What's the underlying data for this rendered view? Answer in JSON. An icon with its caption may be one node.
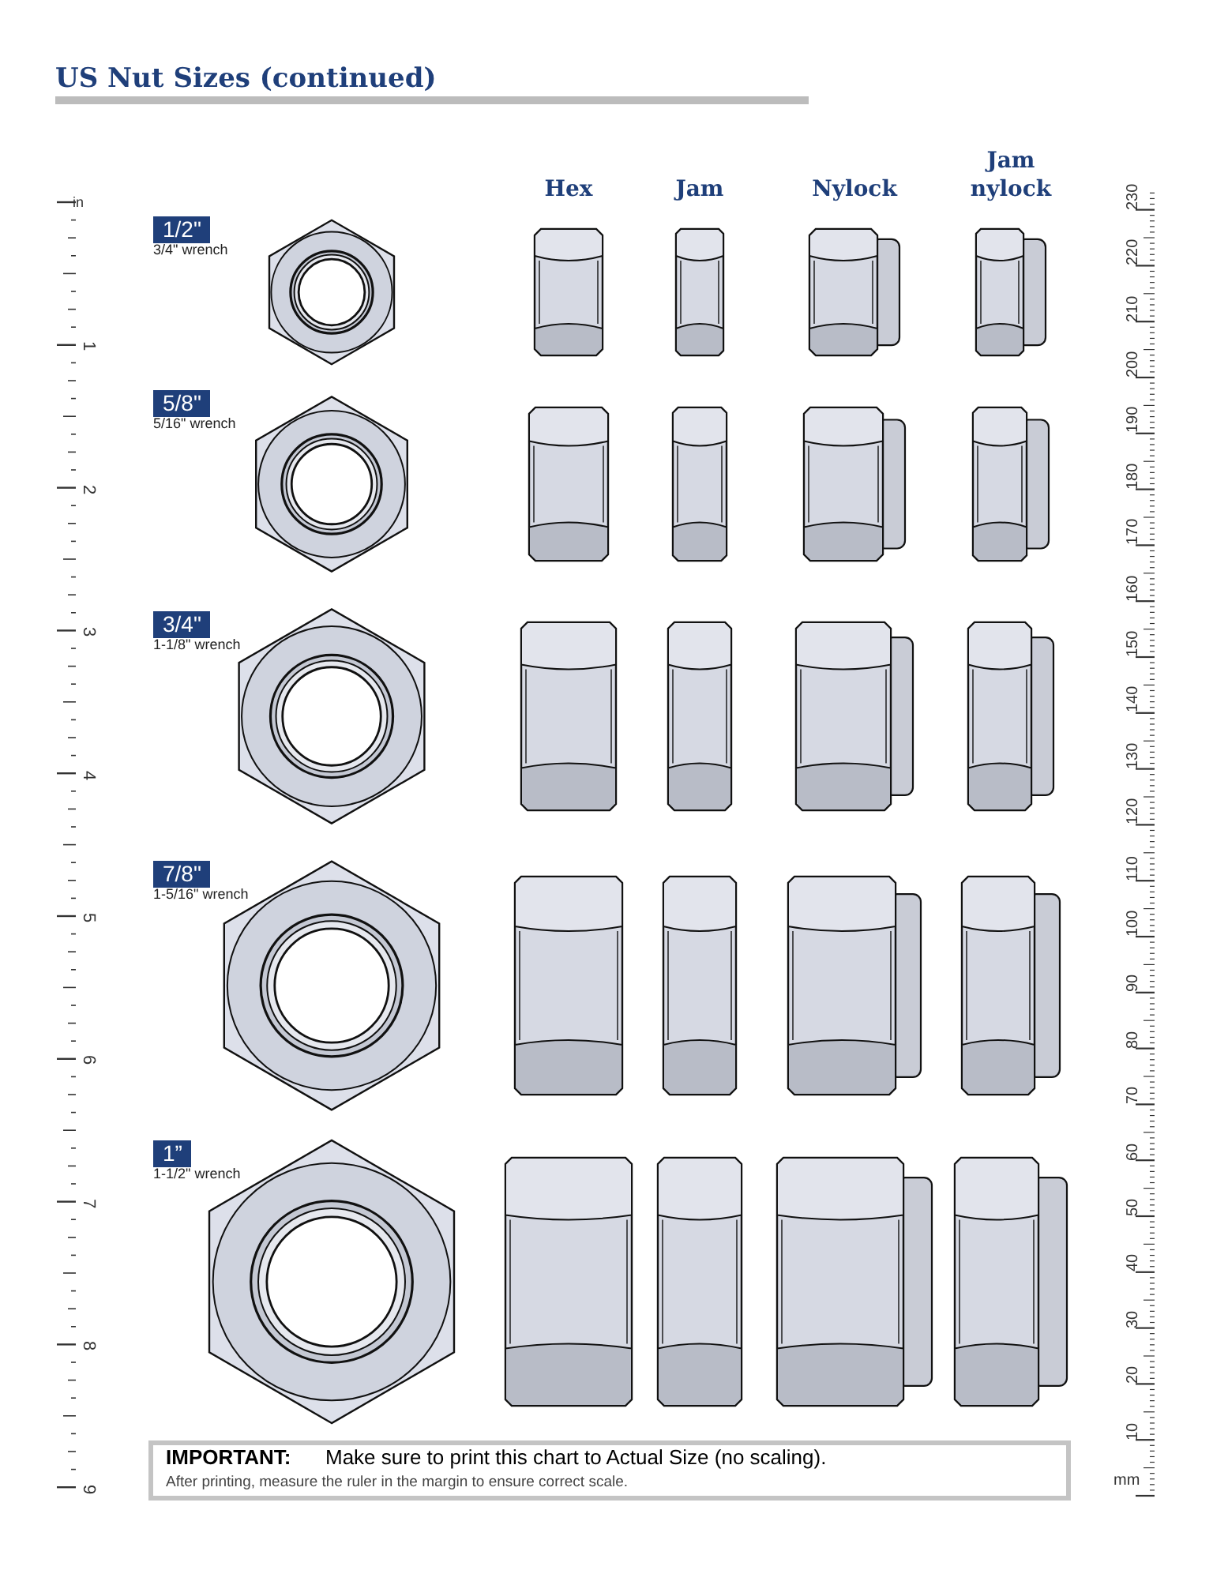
{
  "diagram": {
    "title": "US Nut Sizes (continued)",
    "labels": [
      "Hex",
      "Jam",
      "Nylock",
      "Jam nylock",
      "1/2\"",
      "3/4\" wrench",
      "5/8\"",
      "5/16\" wrench",
      "3/4\"",
      "1-1/8\" wrench",
      "7/8\"",
      "1-5/16\" wrench",
      "1”",
      "1-1/2\" wrench",
      "IMPORTANT:",
      "Make sure to print this chart to Actual Size (no scaling).",
      "After printing, measure the ruler in the margin to ensure correct scale.",
      "in",
      "1",
      "2",
      "3",
      "4",
      "5",
      "6",
      "7",
      "8",
      "9",
      "230",
      "220",
      "210",
      "200",
      "190",
      "180",
      "170",
      "160",
      "150",
      "140",
      "130",
      "120",
      "110",
      "100",
      "90",
      "80",
      "70",
      "60",
      "50",
      "40",
      "30",
      "20",
      "10",
      "mm"
    ]
  }
}
